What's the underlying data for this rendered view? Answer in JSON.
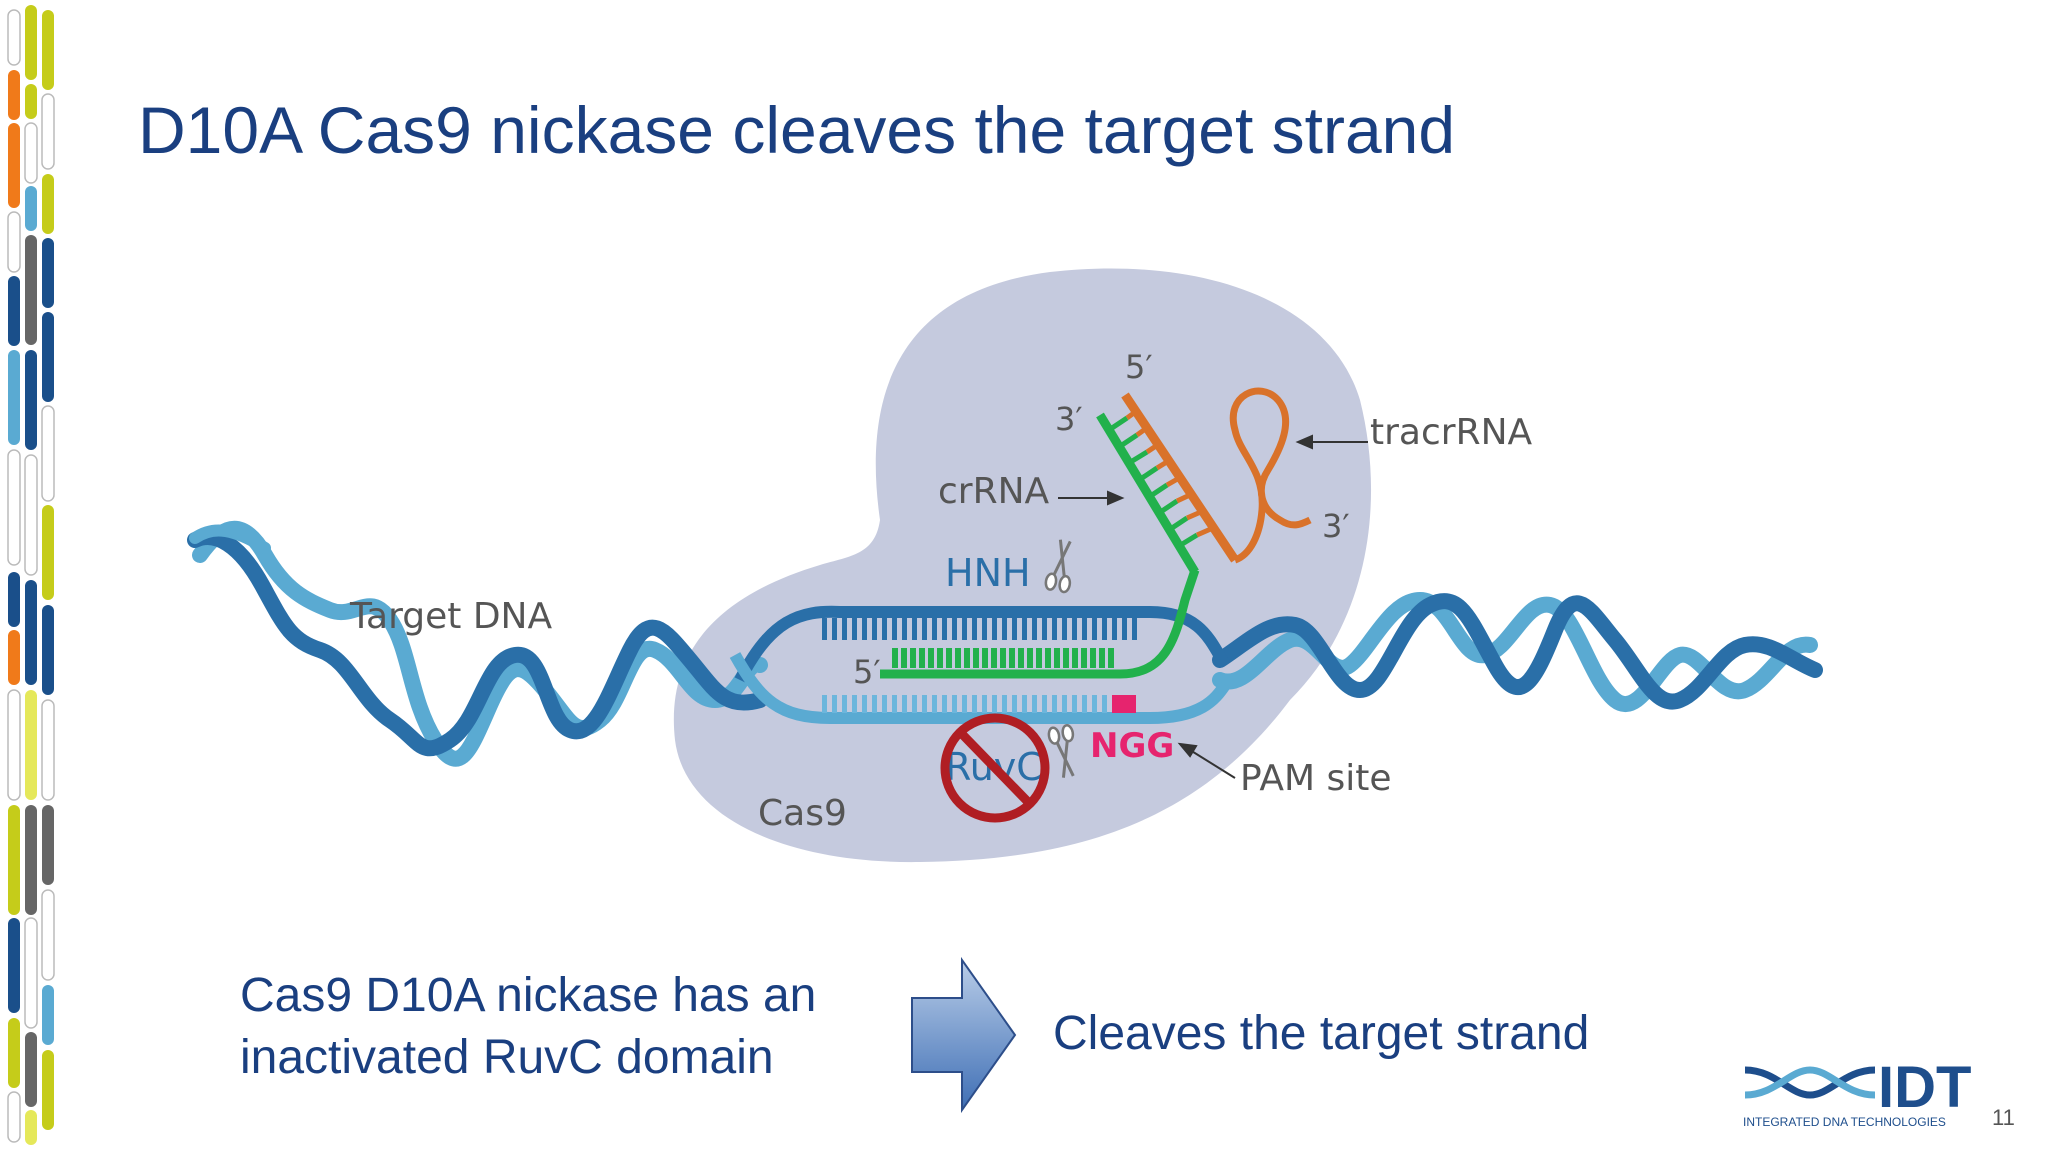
{
  "slide": {
    "title": "D10A Cas9 nickase cleaves the target strand",
    "description_line1": "Cas9 D10A nickase has an",
    "description_line2": "inactivated RuvC domain",
    "result_text": "Cleaves the target strand",
    "page_number": "11"
  },
  "diagram": {
    "labels": {
      "target_dna": "Target DNA",
      "cas9": "Cas9",
      "hnh": "HNH",
      "ruvc": "RuvC",
      "ngg": "NGG",
      "pam_site": "PAM site",
      "crrna": "crRNA",
      "tracrrna": "tracrRNA",
      "five_prime_top": "5′",
      "three_prime_crrna": "3′",
      "three_prime_tracr": "3′",
      "five_prime_target": "5′"
    }
  },
  "logo": {
    "name": "IDT",
    "tagline": "INTEGRATED DNA TECHNOLOGIES"
  },
  "colors": {
    "title_blue": "#1a3f80",
    "dna_dark": "#2a6fa8",
    "dna_light": "#5aaad2",
    "crrna_green": "#22b14c",
    "tracr_orange": "#d9722a",
    "pam_magenta": "#e6246e",
    "cas9_blob": "#c5cade",
    "inactivated_red": "#b01e23"
  }
}
